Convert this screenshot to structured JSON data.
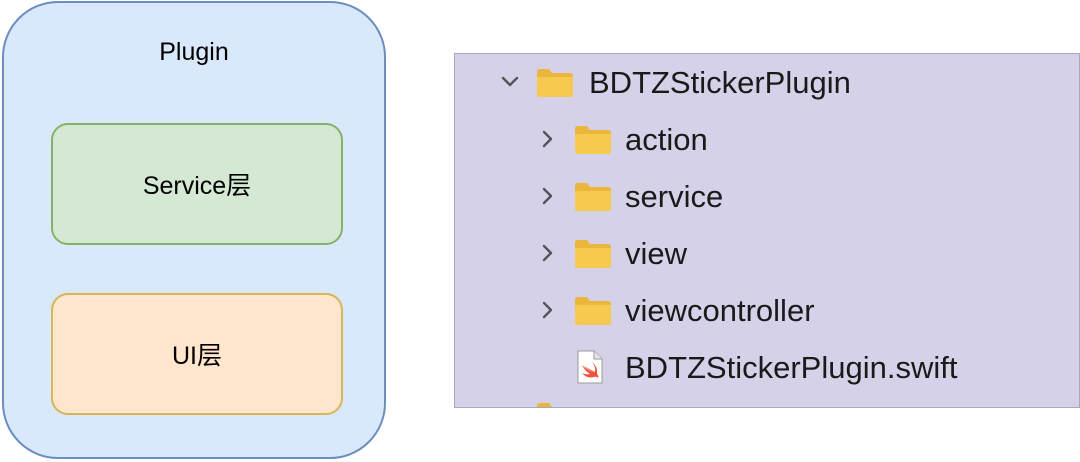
{
  "diagram": {
    "container_label": "Plugin",
    "layers": [
      {
        "label": "Service层",
        "fill": "#d5e8d4",
        "stroke": "#82b366"
      },
      {
        "label": "UI层",
        "fill": "#ffe6cc",
        "stroke": "#d6b656"
      }
    ],
    "container_fill": "#dae8fc",
    "container_stroke": "#6c8ebf"
  },
  "file_tree": {
    "root": {
      "name": "BDTZStickerPlugin",
      "icon": "folder-icon",
      "expanded": true
    },
    "children": [
      {
        "name": "action",
        "icon": "folder-icon",
        "expanded": false
      },
      {
        "name": "service",
        "icon": "folder-icon",
        "expanded": false
      },
      {
        "name": "view",
        "icon": "folder-icon",
        "expanded": false
      },
      {
        "name": "viewcontroller",
        "icon": "folder-icon",
        "expanded": false
      },
      {
        "name": "BDTZStickerPlugin.swift",
        "icon": "swift-file-icon"
      }
    ],
    "panel_bg": "#d5d1e8",
    "folder_color": "#f5c242"
  }
}
